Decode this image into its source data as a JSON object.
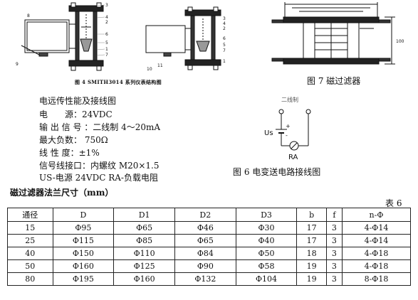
{
  "fig4": {
    "caption": "图 4  SMITH3014  系列仪表结构图",
    "left_labels": [
      "3",
      "4",
      "2",
      "6",
      "5",
      "1",
      "7",
      "8",
      "9"
    ],
    "mid_labels": [
      "3",
      "4",
      "2",
      "6",
      "5",
      "7",
      "1",
      "10",
      "11"
    ]
  },
  "fig7": {
    "caption": "图 7  磁过滤器",
    "dim_label": "100"
  },
  "specs": {
    "title": "电远传性能及接线图",
    "lines": [
      "电　　源：24VDC",
      "输 出 信 号 ：二线制 4～20mA",
      "最大负数：  750Ω",
      "线  性  度：±1%",
      "信号线接口：内螺纹 M20×1.5",
      "US-电源 24VDC RA-负载电阻"
    ]
  },
  "fig6": {
    "top_label": "二线制",
    "us_label": "Us",
    "plus": "+",
    "minus": "-",
    "ra_label": "RA",
    "caption": "图 6  电变送电路接线图"
  },
  "table": {
    "title": "磁过滤器法兰尺寸（mm）",
    "label": "表 6",
    "headers": [
      "通径",
      "D",
      "D1",
      "D2",
      "D3",
      "b",
      "f",
      "n-Φ"
    ],
    "rows": [
      [
        "15",
        "Φ95",
        "Φ65",
        "Φ46",
        "Φ30",
        "17",
        "3",
        "4-Φ14"
      ],
      [
        "25",
        "Φ115",
        "Φ85",
        "Φ65",
        "Φ40",
        "17",
        "3",
        "4-Φ14"
      ],
      [
        "40",
        "Φ150",
        "Φ110",
        "Φ84",
        "Φ50",
        "18",
        "3",
        "4-Φ18"
      ],
      [
        "50",
        "Φ160",
        "Φ125",
        "Φ90",
        "Φ58",
        "19",
        "3",
        "4-Φ18"
      ],
      [
        "80",
        "Φ195",
        "Φ160",
        "Φ132",
        "Φ104",
        "19",
        "3",
        "8-Φ18"
      ]
    ]
  }
}
